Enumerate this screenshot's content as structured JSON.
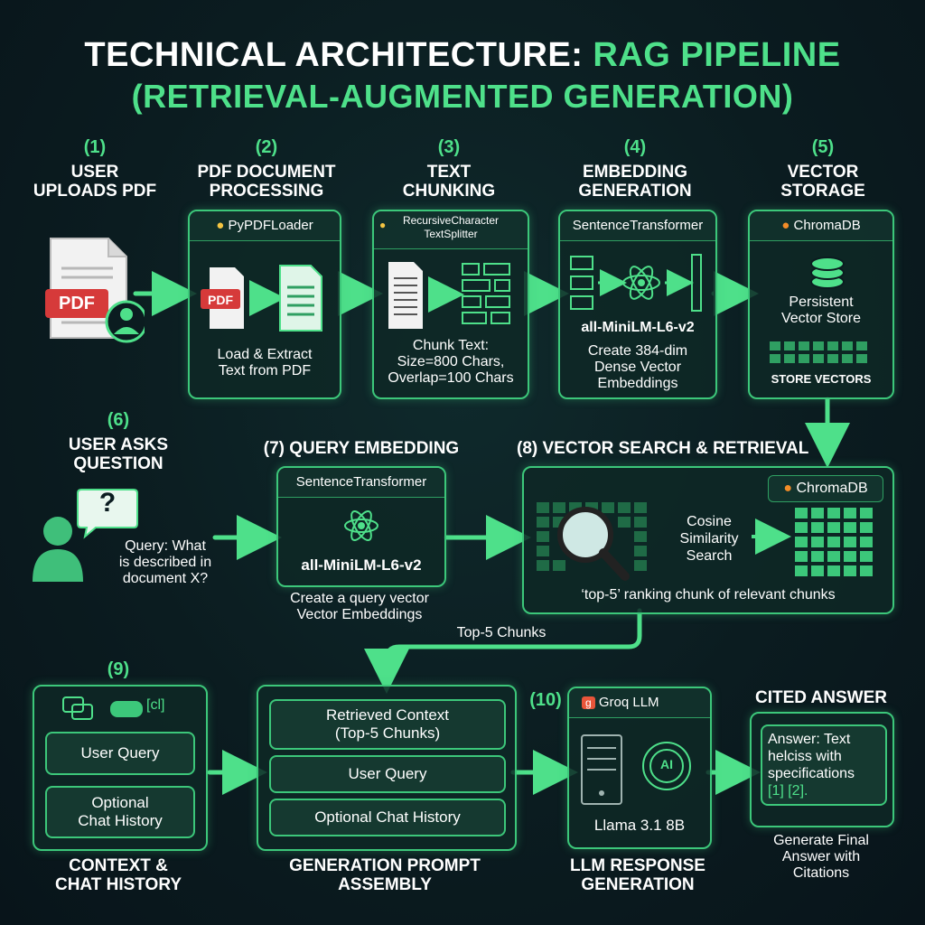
{
  "title": {
    "line1_white": "TECHNICAL ARCHITECTURE:",
    "line1_green": "RAG PIPELINE",
    "line2": "(RETRIEVAL-AUGMENTED GENERATION)"
  },
  "steps": {
    "s1": {
      "num": "(1)",
      "head1": "USER",
      "head2": "UPLOADS PDF",
      "badge": "PDF"
    },
    "s2": {
      "num": "(2)",
      "head1": "PDF DOCUMENT",
      "head2": "PROCESSING",
      "tool": "PyPDFLoader",
      "badge": "PDF",
      "cap1": "Load & Extract",
      "cap2": "Text from PDF"
    },
    "s3": {
      "num": "(3)",
      "head1": "TEXT",
      "head2": "CHUNKING",
      "tool1": "RecursiveCharacter",
      "tool2": "TextSplitter",
      "cap1": "Chunk Text:",
      "cap2": "Size=800 Chars,",
      "cap3": "Overlap=100 Chars"
    },
    "s4": {
      "num": "(4)",
      "head1": "EMBEDDING",
      "head2": "GENERATION",
      "tool": "SentenceTransformer",
      "model": "all-MiniLM-L6-v2",
      "cap1": "Create 384-dim",
      "cap2": "Dense Vector",
      "cap3": "Embeddings"
    },
    "s5": {
      "num": "(5)",
      "head1": "VECTOR",
      "head2": "STORAGE",
      "tool": "ChromaDB",
      "cap1": "Persistent",
      "cap2": "Vector Store",
      "cap3": "STORE VECTORS"
    },
    "s6": {
      "num": "(6)",
      "head1": "USER ASKS",
      "head2": "QUESTION",
      "bubble": "?",
      "q1": "Query: What",
      "q2": "is described in",
      "q3": "document X?"
    },
    "s7": {
      "head": "(7) QUERY EMBEDDING",
      "tool": "SentenceTransformer",
      "model": "all-MiniLM-L6-v2",
      "cap1": "Create a query vector",
      "cap2": "Vector Embeddings"
    },
    "s8": {
      "head": "(8) VECTOR SEARCH & RETRIEVAL",
      "tool": "ChromaDB",
      "mid1": "Cosine",
      "mid2": "Similarity",
      "mid3": "Search",
      "cap": "‘top-5’ ranking chunk of relevant chunks",
      "arrow_label": "Top-5 Chunks"
    },
    "s9": {
      "num": "(9)",
      "icons": "[cl]",
      "item1": "User Query",
      "item2a": "Optional",
      "item2b": "Chat History",
      "foot1": "CONTEXT &",
      "foot2": "CHAT HISTORY"
    },
    "prompt": {
      "item1a": "Retrieved Context",
      "item1b": "(Top-5 Chunks)",
      "item2": "User Query",
      "item3": "Optional Chat History",
      "foot1": "GENERATION PROMPT",
      "foot2": "ASSEMBLY"
    },
    "s10": {
      "num": "(10)",
      "tool": "Groq LLM",
      "ai": "AI",
      "model": "Llama 3.1 8B",
      "foot1": "LLM RESPONSE",
      "foot2": "GENERATION"
    },
    "answer": {
      "head": "CITED ANSWER",
      "a1": "Answer: Text",
      "a2": "helciss with",
      "a3": "specifications",
      "a4": "[1] [2].",
      "foot1": "Generate Final",
      "foot2": "Answer with",
      "foot3": "Citations"
    }
  },
  "colors": {
    "accent": "#4ee08a",
    "border": "#3cc77a",
    "bg": "#0b1c20",
    "pdf_red": "#d63a3a"
  }
}
